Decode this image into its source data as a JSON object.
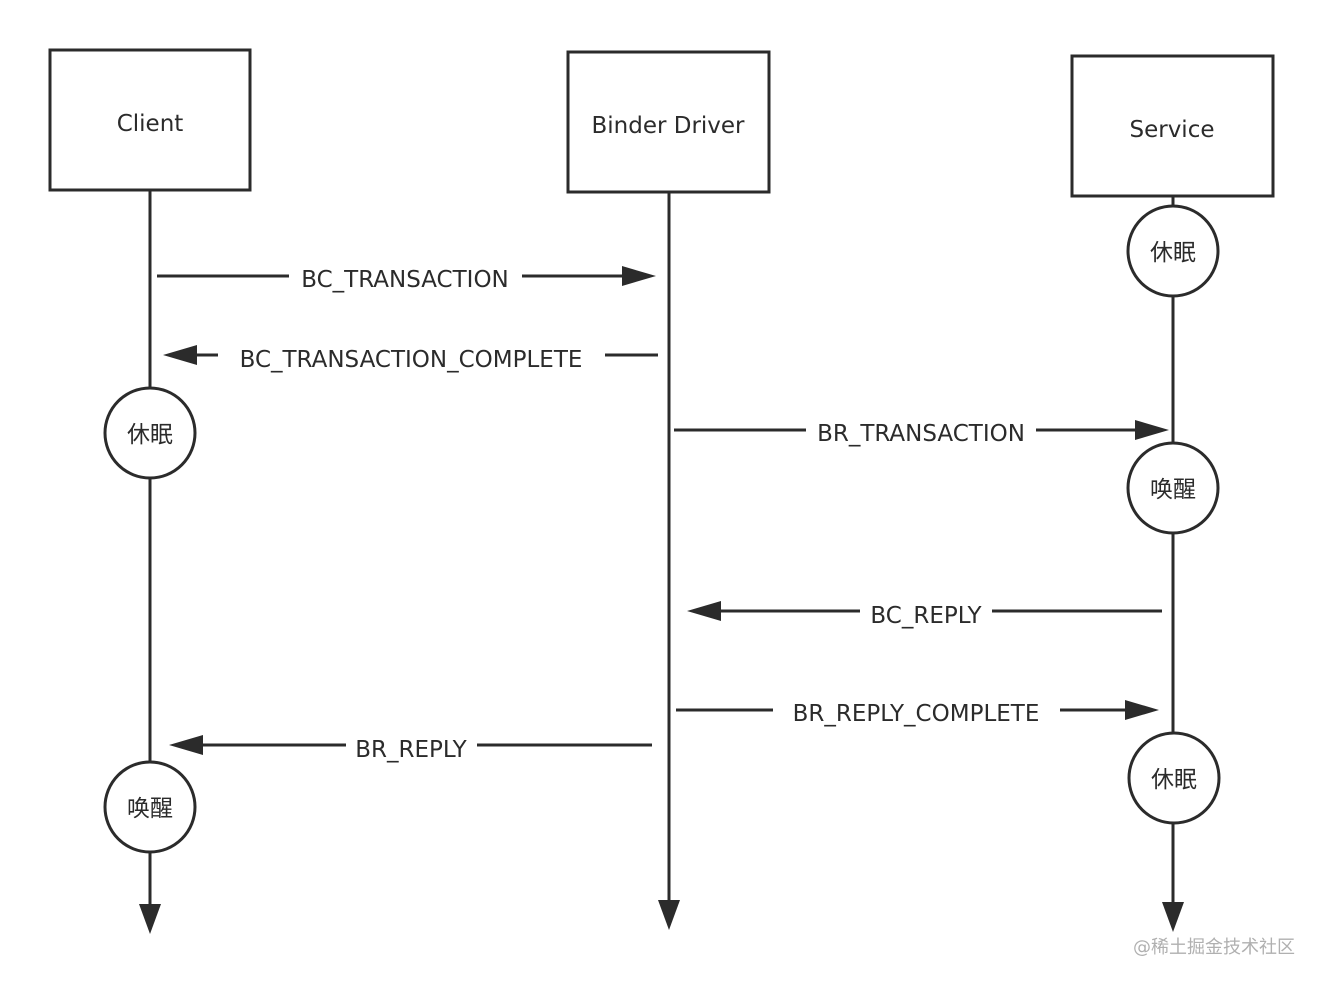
{
  "participants": [
    {
      "id": "client",
      "label": "Client"
    },
    {
      "id": "driver",
      "label": "Binder Driver"
    },
    {
      "id": "service",
      "label": "Service"
    }
  ],
  "messages": [
    {
      "id": "bc-transaction",
      "label": "BC_TRANSACTION",
      "from": "client",
      "to": "driver"
    },
    {
      "id": "bc-transaction-complete",
      "label": "BC_TRANSACTION_COMPLETE",
      "from": "driver",
      "to": "client"
    },
    {
      "id": "br-transaction",
      "label": "BR_TRANSACTION",
      "from": "driver",
      "to": "service"
    },
    {
      "id": "bc-reply",
      "label": "BC_REPLY",
      "from": "service",
      "to": "driver"
    },
    {
      "id": "br-reply-complete",
      "label": "BR_REPLY_COMPLETE",
      "from": "driver",
      "to": "service"
    },
    {
      "id": "br-reply",
      "label": "BR_REPLY",
      "from": "driver",
      "to": "client"
    }
  ],
  "states": [
    {
      "id": "service-sleep-1",
      "participant": "service",
      "label": "休眠"
    },
    {
      "id": "client-sleep",
      "participant": "client",
      "label": "休眠"
    },
    {
      "id": "service-wake",
      "participant": "service",
      "label": "唤醒"
    },
    {
      "id": "service-sleep-2",
      "participant": "service",
      "label": "休眠"
    },
    {
      "id": "client-wake",
      "participant": "client",
      "label": "唤醒"
    }
  ],
  "watermark": "@稀土掘金技术社区",
  "colors": {
    "stroke": "#2b2b2b",
    "watermark": "#b0b0b0"
  }
}
